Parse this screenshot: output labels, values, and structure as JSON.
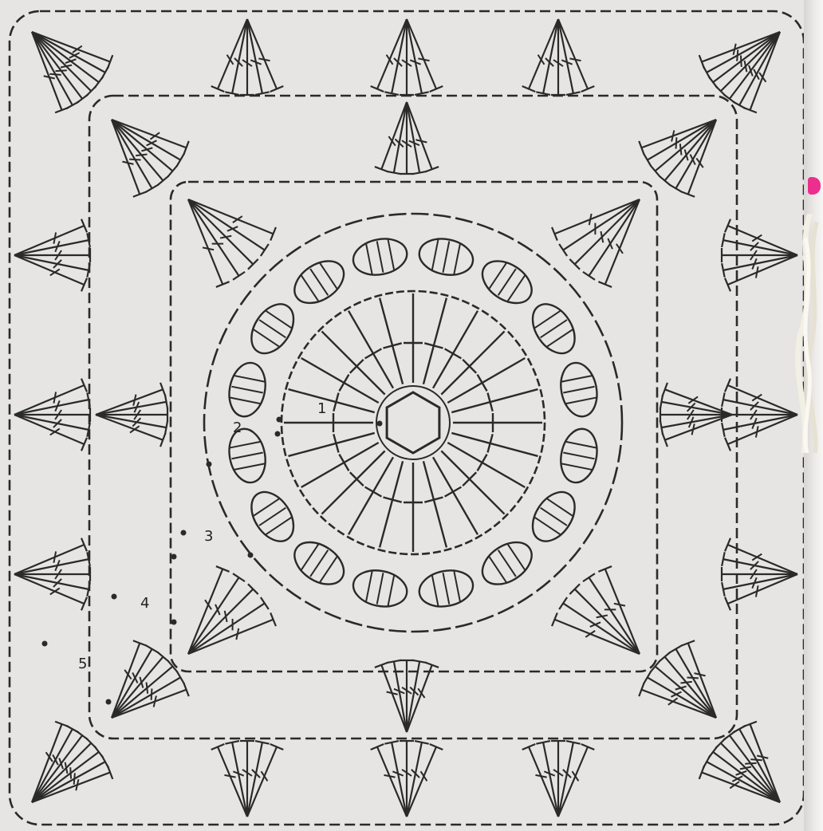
{
  "diagram": {
    "round_labels": [
      "1",
      "2",
      "3",
      "4",
      "5"
    ]
  },
  "colors": {
    "paper": "#e6e5e3",
    "ink": "#2a2a2a",
    "marker": "#ec2f8f"
  }
}
